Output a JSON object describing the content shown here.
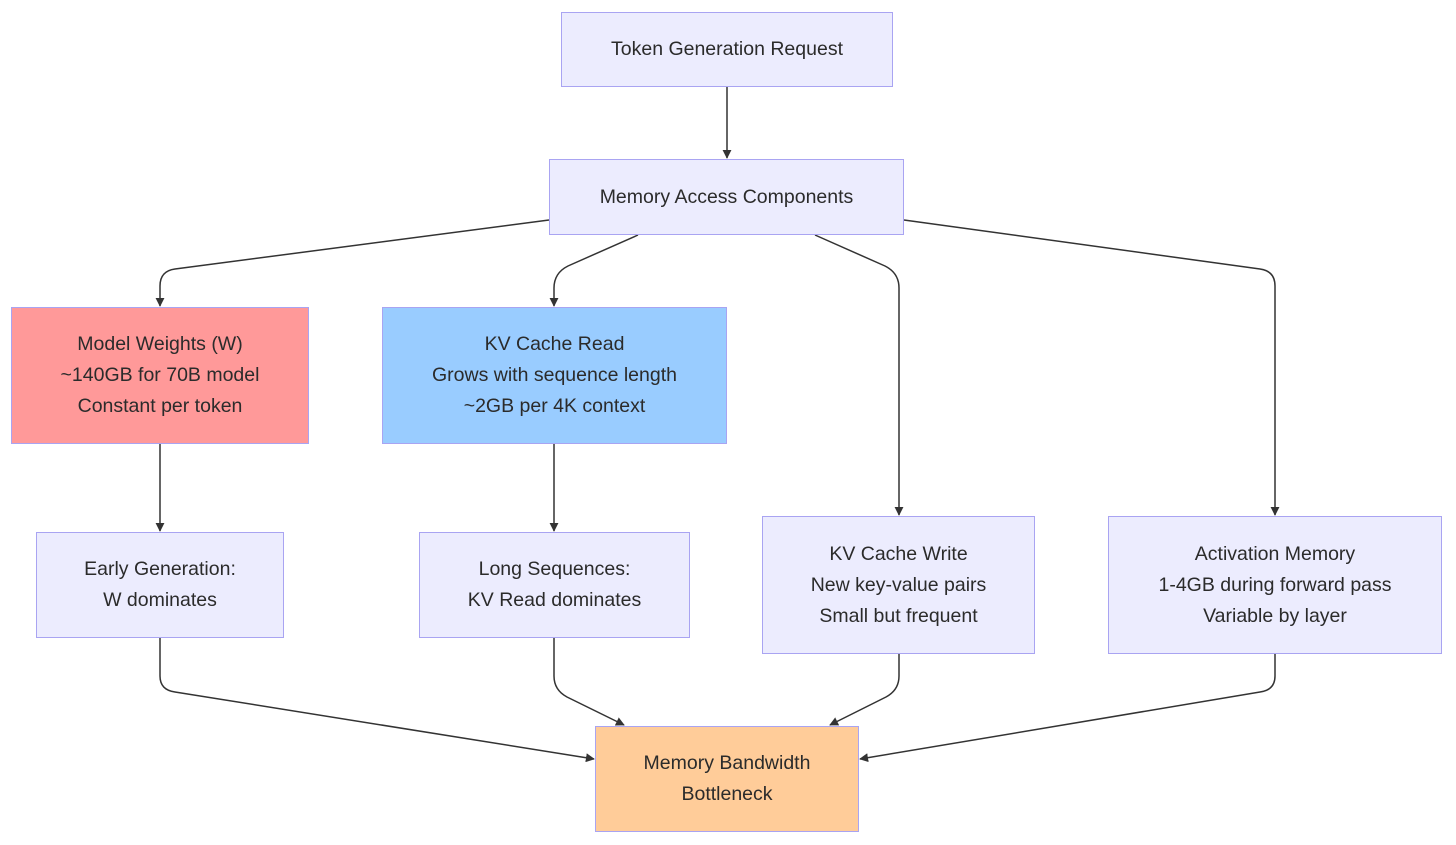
{
  "colors": {
    "default_fill": "#ececfe",
    "default_border": "#a9a4f2",
    "weights_fill": "#ff9999",
    "kv_read_fill": "#99ccff",
    "bandwidth_fill": "#ffcc99",
    "edge": "#333333"
  },
  "nodes": {
    "request": {
      "lines": [
        "Token Generation Request"
      ]
    },
    "components": {
      "lines": [
        "Memory Access Components"
      ]
    },
    "weights": {
      "lines": [
        "Model Weights (W)",
        "~140GB for 70B model",
        "Constant per token"
      ]
    },
    "kv_read": {
      "lines": [
        "KV Cache Read",
        "Grows with sequence length",
        "~2GB per 4K context"
      ]
    },
    "early": {
      "lines": [
        "Early Generation:",
        "W dominates"
      ]
    },
    "long_seq": {
      "lines": [
        "Long Sequences:",
        "KV Read dominates"
      ]
    },
    "kv_write": {
      "lines": [
        "KV Cache Write",
        "New key-value pairs",
        "Small but frequent"
      ]
    },
    "activation": {
      "lines": [
        "Activation Memory",
        "1-4GB during forward pass",
        "Variable by layer"
      ]
    },
    "bandwidth": {
      "lines": [
        "Memory Bandwidth",
        "Bottleneck"
      ]
    }
  },
  "edges": [
    {
      "from": "request",
      "to": "components"
    },
    {
      "from": "components",
      "to": "weights"
    },
    {
      "from": "components",
      "to": "kv_read"
    },
    {
      "from": "components",
      "to": "kv_write"
    },
    {
      "from": "components",
      "to": "activation"
    },
    {
      "from": "weights",
      "to": "early"
    },
    {
      "from": "kv_read",
      "to": "long_seq"
    },
    {
      "from": "early",
      "to": "bandwidth"
    },
    {
      "from": "long_seq",
      "to": "bandwidth"
    },
    {
      "from": "kv_write",
      "to": "bandwidth"
    },
    {
      "from": "activation",
      "to": "bandwidth"
    }
  ]
}
